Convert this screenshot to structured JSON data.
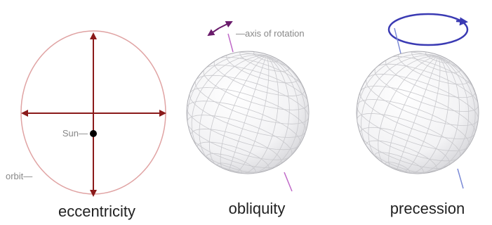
{
  "panels": [
    {
      "caption": "eccentricity",
      "labels": {
        "sun": "Sun—",
        "orbit": "orbit—"
      }
    },
    {
      "caption": "obliquity",
      "labels": {
        "axis": "—axis of rotation"
      }
    },
    {
      "caption": "precession"
    }
  ],
  "colors": {
    "orbit": "#e0a3a3",
    "axes": "#8b1a1a",
    "sun": "#000000",
    "tilt_arrow": "#6a1b6b",
    "axis_line": "#c06ac8",
    "precession_arrow": "#3a3ab3",
    "precession_axis": "#7a8ad6",
    "globe_grid": "#c8c8cc",
    "text_small": "#888888",
    "caption": "#222222"
  }
}
